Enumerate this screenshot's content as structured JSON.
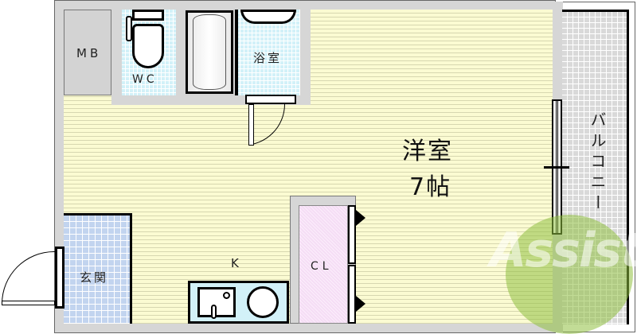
{
  "floorplan": {
    "rooms": {
      "mb": "MB",
      "wc": "WC",
      "bath": "浴室",
      "western_room_name": "洋室",
      "western_room_size": "7帖",
      "balcony": "バルコニー",
      "entrance": "玄関",
      "kitchen": "K",
      "closet": "CL"
    },
    "watermark": "Assist",
    "colors": {
      "wall": "#d6d6d6",
      "floor": "#fbfbd2",
      "wet_area": "#d2f1f8",
      "entrance": "#c2d4ef",
      "closet": "#f5ddf5",
      "balcony": "#d9d9d9",
      "watermark": "#8fbf3f"
    }
  }
}
